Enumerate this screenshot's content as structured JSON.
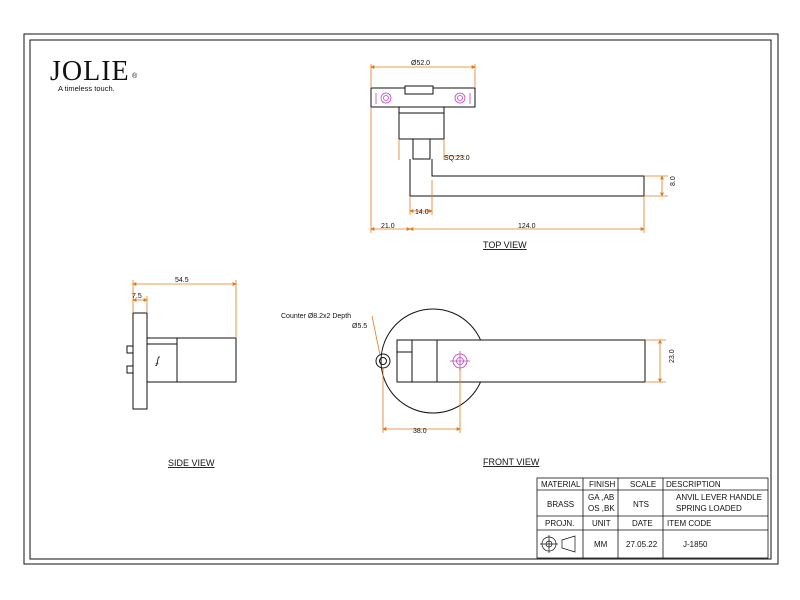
{
  "brand": {
    "logo_text": "JOLIE",
    "registered_mark": "®",
    "tagline": "A timeless touch."
  },
  "views": {
    "top": "TOP VIEW",
    "side": "SIDE VIEW",
    "front": "FRONT VIEW"
  },
  "dimensions": {
    "top_rose_dia": "Ø52.0",
    "top_sq": "SQ.23.0",
    "top_thickness": "8.0",
    "top_neck": "14.0",
    "top_offset": "21.0",
    "top_length": "124.0",
    "side_depth": "54.5",
    "side_rose": "7.5",
    "front_counter": "Counter Ø8.2x2 Depth",
    "front_hole": "Ø5.5",
    "front_height": "23.0",
    "front_width": "38.0"
  },
  "title_block": {
    "headers": [
      "MATERIAL",
      "FINISH",
      "SCALE",
      "DESCRIPTION"
    ],
    "material": "BRASS",
    "finish_line1": "GA ,AB",
    "finish_line2": "OS ,BK",
    "scale": "NTS",
    "description_line1": "ANVIL LEVER HANDLE",
    "description_line2": "SPRING LOADED",
    "headers2": [
      "PROJN.",
      "UNIT",
      "DATE",
      "ITEM CODE"
    ],
    "unit": "MM",
    "date": "27.05.22",
    "item_code": "J-1850"
  },
  "colors": {
    "dimension": "#e07a1f",
    "hidden": "#c040c0",
    "outline": "#111111"
  }
}
